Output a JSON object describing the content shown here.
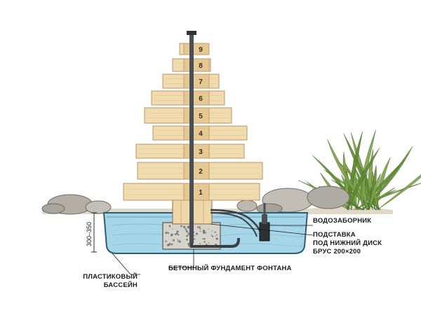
{
  "tiers": [
    {
      "number": "1"
    },
    {
      "number": "2"
    },
    {
      "number": "3"
    },
    {
      "number": "4"
    },
    {
      "number": "5"
    },
    {
      "number": "6"
    },
    {
      "number": "7"
    },
    {
      "number": "8"
    },
    {
      "number": "9"
    }
  ],
  "labels": {
    "water_intake": "ВОДОЗАБОРНИК",
    "stand_line1": "ПОДСТАВКА",
    "stand_line2": "ПОД НИЖНИЙ ДИСК",
    "stand_line3": "БРУС 200×200",
    "foundation": "БЕТОННЫЙ ФУНДАМЕНТ ФОНТАНА",
    "basin_line1": "ПЛАСТИКОВЫЙ",
    "basin_line2": "БАССЕЙН",
    "depth": "300–350"
  },
  "colors": {
    "wood": "#f1dcb0",
    "wood_edge": "#b89468",
    "water": "#8fc9df",
    "water_dark": "#5aa5c6",
    "concrete": "#cfcfc6",
    "stone": "#b9b6ae",
    "plant": "#7fa24a",
    "pipe": "#3b3f44"
  }
}
